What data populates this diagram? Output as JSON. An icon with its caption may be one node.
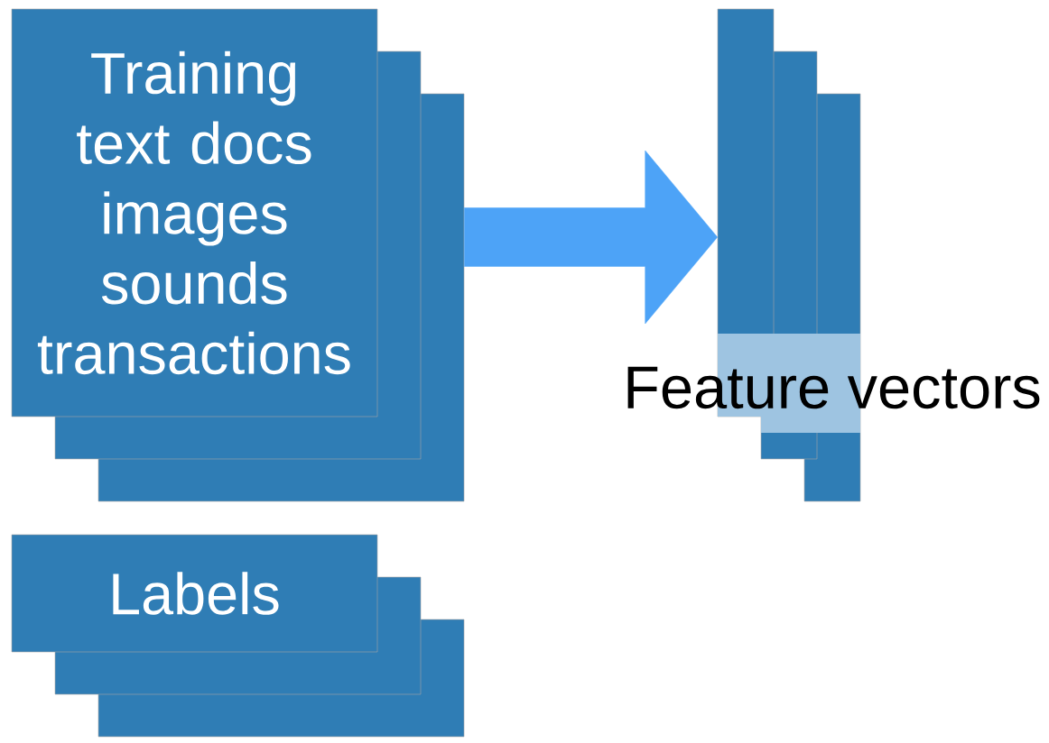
{
  "diagram": {
    "nodes": [
      {
        "text": [
          "Training text docs images sounds transactions"
        ]
      },
      {
        "text": [
          "Feature vectors"
        ]
      },
      {
        "text": [
          "Labels"
        ]
      }
    ],
    "edges": [
      {
        "from": 0,
        "to": 1,
        "arrow": "to"
      }
    ]
  }
}
